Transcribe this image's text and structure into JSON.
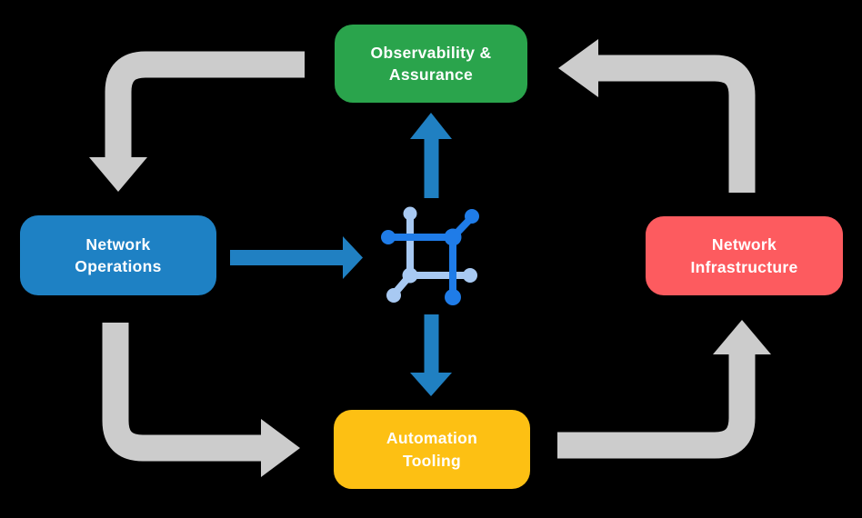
{
  "diagram": {
    "title": "Network automation closed-loop cycle",
    "nodes": {
      "observability": {
        "label": "Observability &\nAssurance"
      },
      "operations": {
        "label": "Network\nOperations"
      },
      "infrastructure": {
        "label": "Network\nInfrastructure"
      },
      "automation": {
        "label": "Automation\nTooling"
      }
    },
    "center_icon": "network-fabric-icon",
    "edges": [
      {
        "from": "observability",
        "to": "operations",
        "style": "gray-cycle-arrow",
        "direction": "left-then-down"
      },
      {
        "from": "operations",
        "to": "automation",
        "style": "gray-cycle-arrow",
        "direction": "down-then-right"
      },
      {
        "from": "automation",
        "to": "infrastructure",
        "style": "gray-cycle-arrow",
        "direction": "right-then-up"
      },
      {
        "from": "infrastructure",
        "to": "observability",
        "style": "gray-cycle-arrow",
        "direction": "up-then-left"
      },
      {
        "from": "operations",
        "to": "center",
        "style": "blue-flow-arrow",
        "direction": "right"
      },
      {
        "from": "center",
        "to": "observability",
        "style": "blue-flow-arrow",
        "direction": "up"
      },
      {
        "from": "center",
        "to": "automation",
        "style": "blue-flow-arrow",
        "direction": "down"
      }
    ]
  },
  "colors": {
    "background": "#000000",
    "label_text": "#ffffff",
    "observability_green": "#2aa44c",
    "operations_blue": "#1e81c4",
    "infrastructure_red": "#fd5b5f",
    "automation_yellow": "#fdc013",
    "cycle_arrow_gray": "#cccccc",
    "flow_arrow_blue": "#2080c2",
    "icon_bright_blue": "#1f7ce8",
    "icon_light_blue": "#a8c9f2"
  }
}
